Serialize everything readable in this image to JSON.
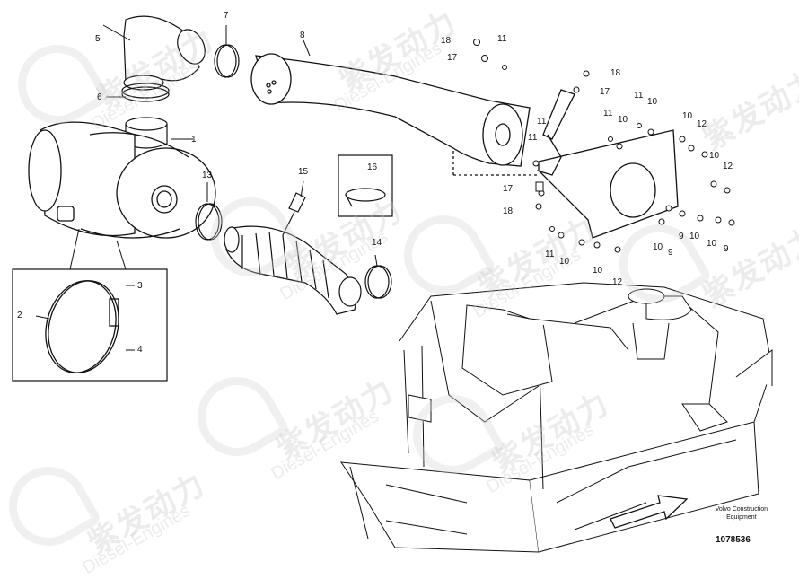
{
  "watermark": {
    "cn": "紫发动力",
    "en": "Diesel-Engines"
  },
  "callouts": [
    "1",
    "2",
    "3",
    "4",
    "5",
    "6",
    "7",
    "8",
    "9",
    "10",
    "11",
    "12",
    "13",
    "14",
    "15",
    "16",
    "17",
    "18"
  ],
  "footer": {
    "maker_line1": "Volvo Construction",
    "maker_line2": "Equipment",
    "doc_id": "1078536"
  }
}
